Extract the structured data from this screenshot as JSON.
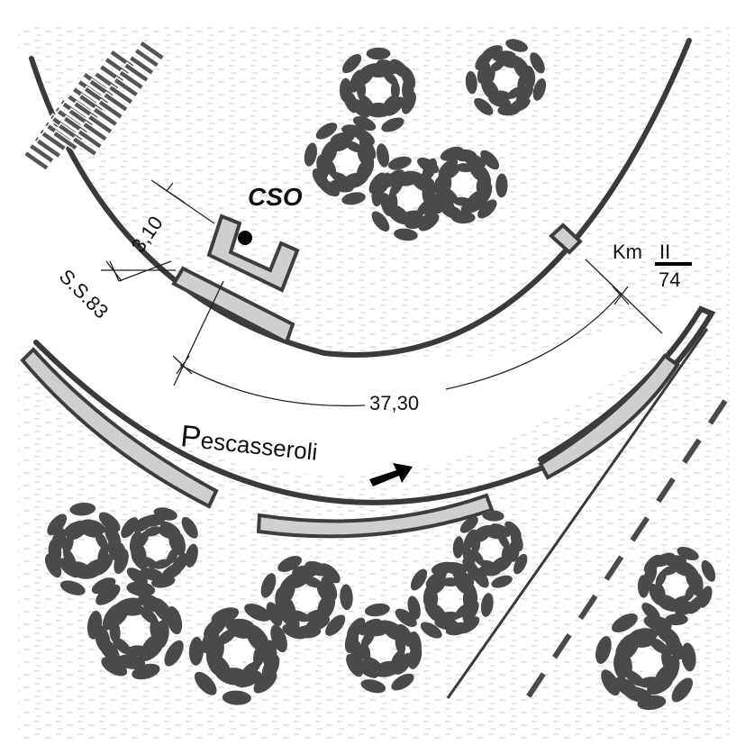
{
  "labels": {
    "cso": "CSO",
    "dim_small": "3,10",
    "road_name": "S.S.83",
    "dim_large": "37,30",
    "km_prefix": "Km",
    "km_numerator": "II",
    "km_denominator": "74",
    "direction_big": "P",
    "direction_rest": "escasseroli"
  },
  "colors": {
    "line": "#3a3a3a",
    "curb_fill": "#cfcfcf",
    "tree": "#4a4a4a",
    "terrain_texture": "#c8c8c8"
  },
  "icons": {
    "direction": "arrow-right-icon",
    "marker": "dot-marker-icon",
    "vegetation": "tree-icon",
    "crop": "vineyard-field-icon"
  }
}
